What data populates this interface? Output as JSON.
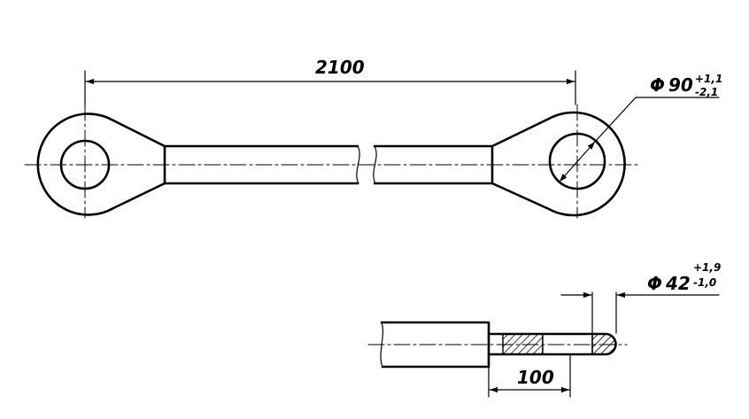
{
  "dimensions": {
    "overall_length": "2100",
    "eye_hole": {
      "symbol": "Φ",
      "nominal": "90",
      "upper_tol": "+1,1",
      "lower_tol": "-2,1"
    },
    "rod_dia": {
      "symbol": "Φ",
      "nominal": "42",
      "upper_tol": "+1,9",
      "lower_tol": "-1,0"
    },
    "weld_length": "100"
  }
}
